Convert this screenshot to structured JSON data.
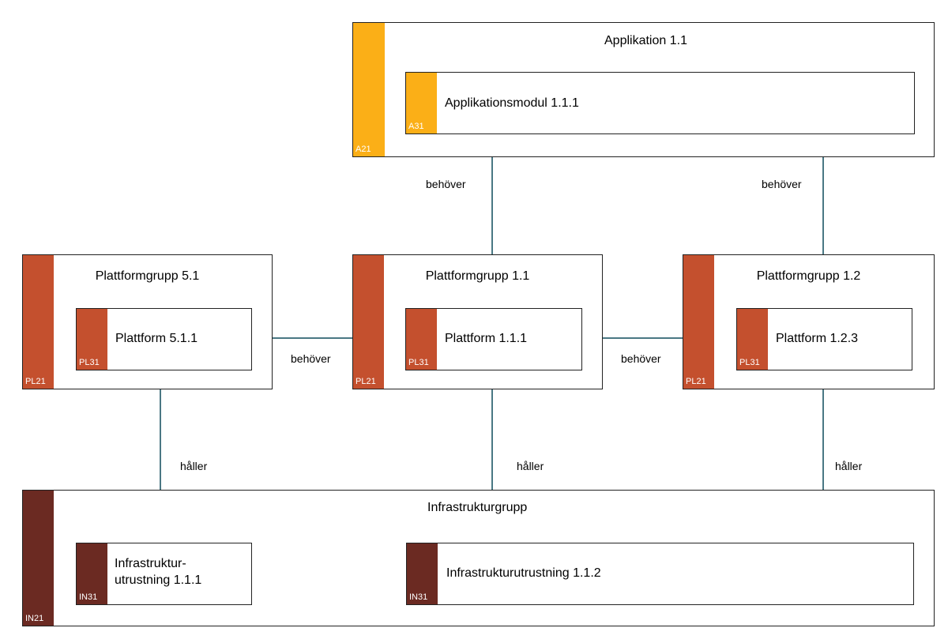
{
  "colors": {
    "application": "#FBAF17",
    "platform": "#C4502E",
    "infrastructure": "#6B2A22",
    "connector": "#0F4B5C"
  },
  "application": {
    "group": {
      "title": "Applikation 1.1",
      "code": "A21"
    },
    "module": {
      "title": "Applikationsmodul 1.1.1",
      "code": "A31"
    }
  },
  "platform_groups": [
    {
      "title": "Plattformgrupp 5.1",
      "code": "PL21",
      "platform": {
        "title": "Plattform 5.1.1",
        "code": "PL31"
      }
    },
    {
      "title": "Plattformgrupp 1.1",
      "code": "PL21",
      "platform": {
        "title": "Plattform 1.1.1",
        "code": "PL31"
      }
    },
    {
      "title": "Plattformgrupp 1.2",
      "code": "PL21",
      "platform": {
        "title": "Plattform 1.2.3",
        "code": "PL31"
      }
    }
  ],
  "infrastructure": {
    "group": {
      "title": "Infrastrukturgrupp",
      "code": "IN21"
    },
    "equipment": [
      {
        "title_line1": "Infrastruktur-",
        "title_line2": "utrustning 1.1.1",
        "code": "IN31"
      },
      {
        "title": "Infrastrukturutrustning 1.1.2",
        "code": "IN31"
      }
    ]
  },
  "edges": {
    "needs_left": "behöver",
    "needs_right": "behöver",
    "platform_needs_left": "behöver",
    "platform_needs_right": "behöver",
    "holds_1": "håller",
    "holds_2": "håller",
    "holds_3": "håller"
  }
}
